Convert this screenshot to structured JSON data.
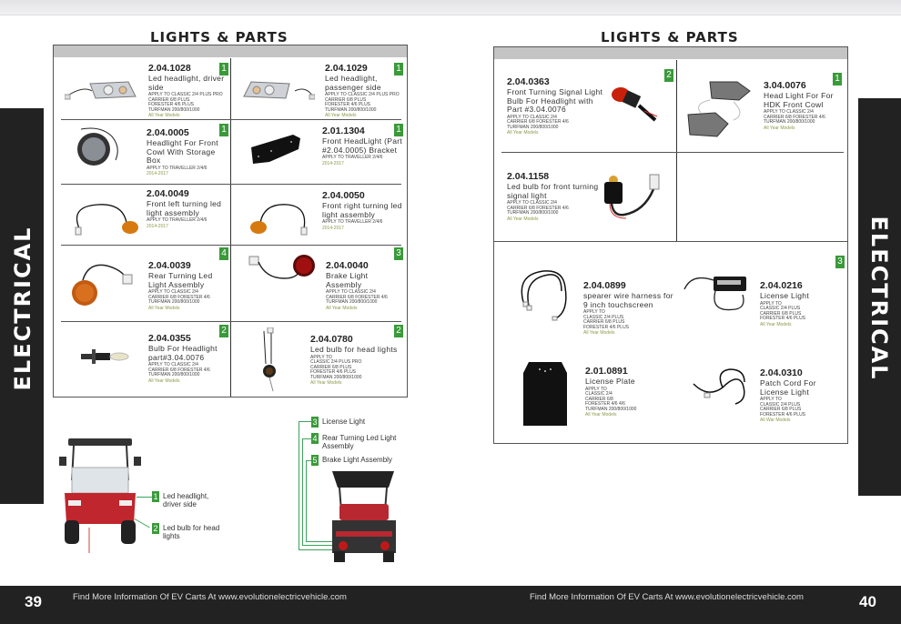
{
  "document": {
    "section": "ELECTRICAL",
    "footer_info": "Find More Information Of EV Carts At www.evolutionelectricvehicle.com"
  },
  "left_page": {
    "title": "LIGHTS & PARTS",
    "page_number": "39",
    "parts": [
      {
        "code": "2.04.1028",
        "name": "Led headlight, driver side",
        "apply": [
          "APPLY TO CLASSIC 2/4  PLUS PRO",
          "CARRIER 6/8 PLUS",
          "FORESTER 4/6 PLUS",
          "TURFMAN 200/800/1000"
        ],
        "years": "All Year Models",
        "badge": "1"
      },
      {
        "code": "2.04.1029",
        "name": "Led headlight, passenger side",
        "apply": [
          "APPLY TO CLASSIC 2/4  PLUS PRO",
          "CARRIER 6/8 PLUS",
          "FORESTER 4/6 PLUS",
          "TURFMAN 200/800/1000"
        ],
        "years": "All Year Models",
        "badge": "1"
      },
      {
        "code": "2.04.0005",
        "name": "Headlight For Front Cowl With Storage Box",
        "apply": [
          "APPLY TO     Traveller 2/4/6"
        ],
        "years": "2014-2017",
        "badge": "1"
      },
      {
        "code": "2.01.1304",
        "name": "Front HeadLight (Part #2.04.0005) Bracket",
        "apply": [
          "APPLY TO     Traveller 2/4/6"
        ],
        "years": "2014-2017",
        "badge": "1"
      },
      {
        "code": "2.04.0049",
        "name": "Front left turning led light assembly",
        "apply": [
          "APPLY TO     Traveller 2/4/6"
        ],
        "years": "2014-2017",
        "badge": ""
      },
      {
        "code": "2.04.0050",
        "name": "Front right turning led light assembly",
        "apply": [
          "APPLY TO     Traveller 2/4/6"
        ],
        "years": "2014-2017",
        "badge": ""
      },
      {
        "code": "2.04.0039",
        "name": "Rear Turning Led Light Assembly",
        "apply": [
          "APPLY TO     CLASSIC 2/4",
          "CARRIER 6/8 FORESTER 4/6",
          "TURFMAN 200/800/1000"
        ],
        "years": "All Year Models",
        "badge": "4"
      },
      {
        "code": "2.04.0040",
        "name": "Brake Light Assembly",
        "apply": [
          "APPLY TO     CLASSIC 2/4",
          "CARRIER 6/8 FORESTER 4/6",
          "TURFMAN 200/800/1000"
        ],
        "years": "All Year Models",
        "badge": "3"
      },
      {
        "code": "2.04.0355",
        "name": "Bulb For Headlight part#3.04.0076",
        "apply": [
          "APPLY TO     CLASSIC 2/4",
          "CARRIER 6/8 FORESTER 4/6",
          "TURFMAN 200/800/1000"
        ],
        "years": "All Year Models",
        "badge": "2"
      },
      {
        "code": "2.04.0780",
        "name": "Led bulb for head lights",
        "apply": [
          "APPLY TO",
          "CLASSIC 2/4  PLUS PRO",
          "CARRIER 6/8 PLUS",
          "FORESTER 4/6 PLUS",
          "TURFMAN 200/800/1000"
        ],
        "years": "All Year Models",
        "badge": "2"
      }
    ],
    "front_legend": [
      {
        "num": "1",
        "label": "Led headlight, driver side"
      },
      {
        "num": "2",
        "label": "Led bulb for head lights"
      }
    ],
    "rear_legend": [
      {
        "num": "3",
        "label": "License Light"
      },
      {
        "num": "4",
        "label": "Rear Turning Led Light Assembly"
      },
      {
        "num": "5",
        "label": "Brake Light Assembly"
      }
    ]
  },
  "right_page": {
    "title": "LIGHTS & PARTS",
    "page_number": "40",
    "parts": [
      {
        "code": "2.04.0363",
        "name": "Front Turning Signal Light Bulb For Headlight with Part #3.04.0076",
        "apply": [
          "APPLY TO     CLASSIC 2/4",
          "CARRIER 6/8 FORESTER 4/6",
          "TURFMAN 200/800/1000"
        ],
        "years": "All Year Models",
        "badge": "2"
      },
      {
        "code": "3.04.0076",
        "name": "Head Light For For HDK Front Cowl",
        "apply": [
          "APPLY TO     CLASSIC 2/4",
          "CARRIER 6/8 FORESTER 4/6",
          "TURFMAN 200/800/1000"
        ],
        "years": "All Year Models",
        "badge": "1"
      },
      {
        "code": "2.04.1158",
        "name": "Led bulb for front turning signal light",
        "apply": [
          "APPLY TO     CLASSIC 2/4",
          "CARRIER 6/8 FORESTER 4/6",
          "TURFMAN 200/800/1000"
        ],
        "years": "All Year Models",
        "badge": ""
      },
      {
        "code": "2.04.0899",
        "name": "spearer wire harness for 9 inch touchscreen",
        "apply": [
          "APPLY TO",
          "CLASSIC 2/4  PLUS",
          "CARRIER 6/8 PLUS",
          "FORESTER 4/6 PLUS"
        ],
        "years": "All Year Models",
        "badge": ""
      },
      {
        "code": "2.04.0216",
        "name": "License Light",
        "apply": [
          "APPLY TO",
          "CLASSIC 2/4  PLUS",
          "CARRIER 6/8 PLUS",
          "FORESTER 4/6 PLUS"
        ],
        "years": "All Year Models",
        "badge": "3"
      },
      {
        "code": "2.01.0891",
        "name": "License Plate",
        "apply": [
          "APPLY TO",
          "CLASSIC 2/4",
          "CARRIER 6/8",
          "FORESTER 4/6 4/6",
          "TURFMAN 200/800/1000"
        ],
        "years": "All Year Models",
        "badge": ""
      },
      {
        "code": "2.04.0310",
        "name": "Patch Cord For License Light",
        "apply": [
          "APPLY TO",
          "CLASSIC 2/4  PLUS",
          "CARRIER 6/8 PLUS",
          "FORESTER 4/6 PLUS"
        ],
        "years": "All War Models",
        "badge": ""
      }
    ]
  }
}
